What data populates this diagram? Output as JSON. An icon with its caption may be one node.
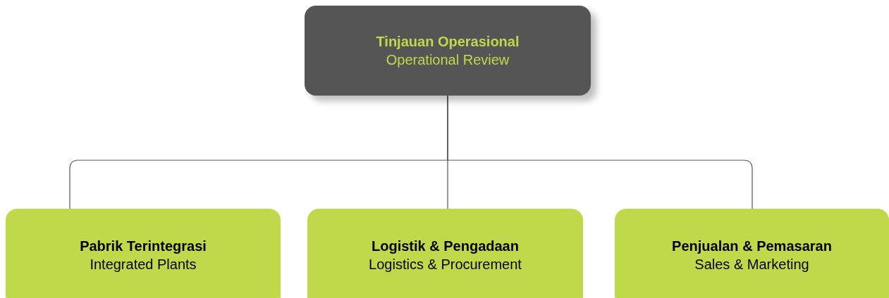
{
  "diagram": {
    "nodes": [
      {
        "text": [
          "Tinjauan Operasional",
          "Operational Review"
        ]
      },
      {
        "text": [
          "Pabrik Terintegrasi",
          "Integrated Plants"
        ]
      },
      {
        "text": [
          "Logistik & Pengadaan",
          "Logistics & Procurement"
        ]
      },
      {
        "text": [
          "Penjualan & Pemasaran",
          "Sales & Marketing"
        ]
      }
    ],
    "edges": [
      {
        "from": 0,
        "to": 1,
        "arrow": "none"
      },
      {
        "from": 0,
        "to": 2,
        "arrow": "none"
      },
      {
        "from": 0,
        "to": 3,
        "arrow": "none"
      }
    ]
  }
}
